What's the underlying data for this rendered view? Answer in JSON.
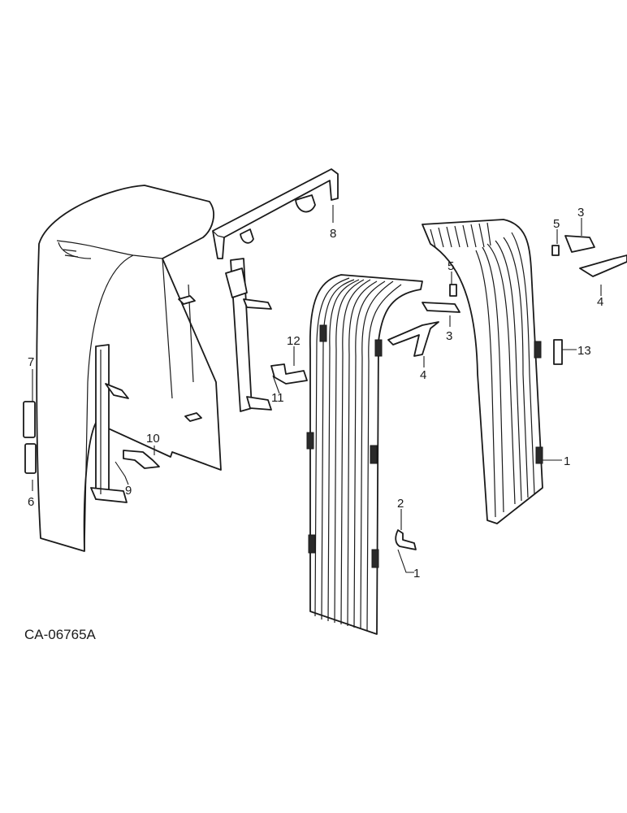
{
  "figure_code": "CA-06765A",
  "callouts": {
    "c1a": "1",
    "c1b": "1",
    "c2": "2",
    "c3a": "3",
    "c3b": "3",
    "c4a": "4",
    "c4b": "4",
    "c5a": "5",
    "c5b": "5",
    "c6": "6",
    "c7": "7",
    "c8": "8",
    "c9": "9",
    "c10": "10",
    "c11": "11",
    "c12": "12",
    "c13": "13"
  }
}
